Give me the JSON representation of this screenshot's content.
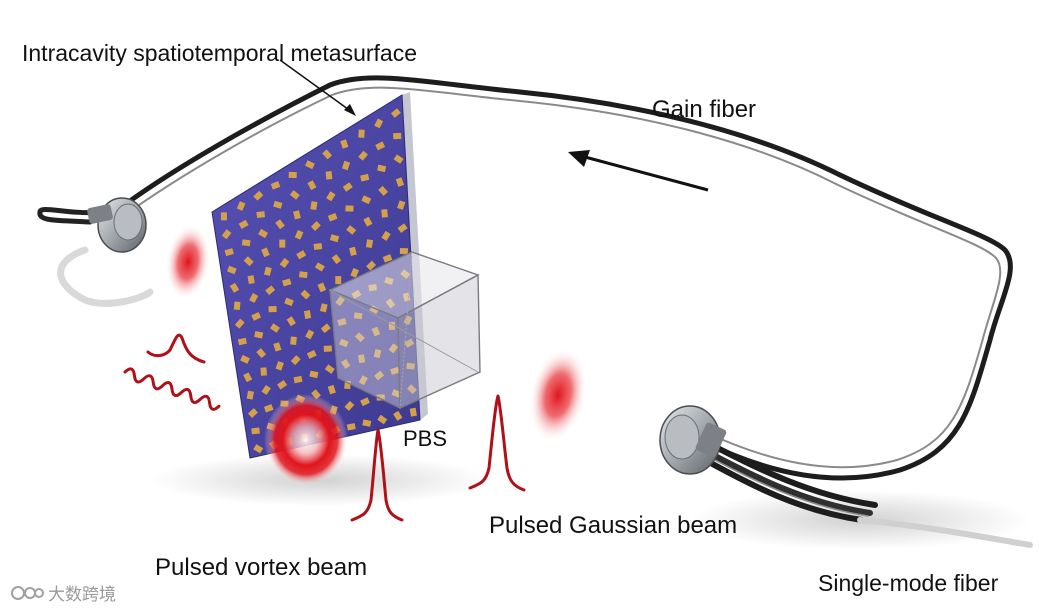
{
  "labels": {
    "metasurface": "Intracavity spatiotemporal metasurface",
    "gain_fiber": "Gain fiber",
    "pbs": "PBS",
    "gaussian_beam": "Pulsed Gaussian beam",
    "vortex_beam": "Pulsed vortex beam",
    "single_mode_fiber": "Single-mode fiber"
  },
  "watermark": {
    "text": "大数跨境"
  },
  "colors": {
    "metasurface": "#4b47a6",
    "nanopillar": "#d4a04a",
    "beam": "#e1141c",
    "pulse_trace": "#b01018",
    "fiber": "#2a2a2a",
    "connector": "#9ea3aa"
  }
}
